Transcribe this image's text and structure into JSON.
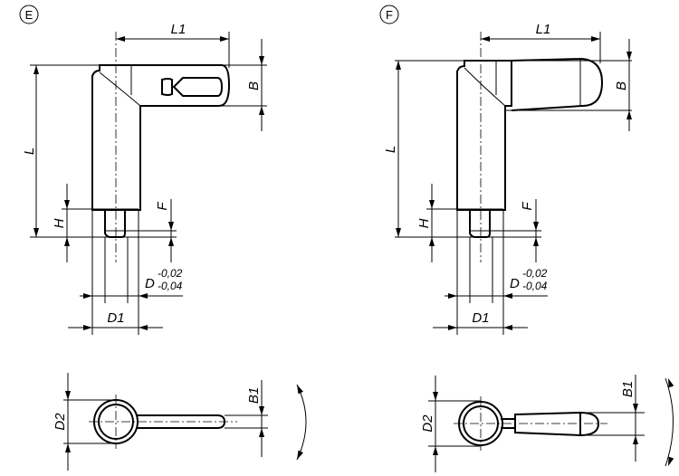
{
  "views": [
    {
      "variant": "E",
      "labels": {
        "L1": "L1",
        "L": "L",
        "B": "B",
        "H": "H",
        "F": "F",
        "D": "D",
        "D_tol_upper": "-0,02",
        "D_tol_lower": "-0,04",
        "D1": "D1",
        "D2": "D2",
        "B1": "B1"
      }
    },
    {
      "variant": "F",
      "labels": {
        "L1": "L1",
        "L": "L",
        "B": "B",
        "H": "H",
        "F": "F",
        "D": "D",
        "D_tol_upper": "-0,02",
        "D_tol_lower": "-0,04",
        "D1": "D1",
        "D2": "D2",
        "B1": "B1"
      }
    }
  ]
}
